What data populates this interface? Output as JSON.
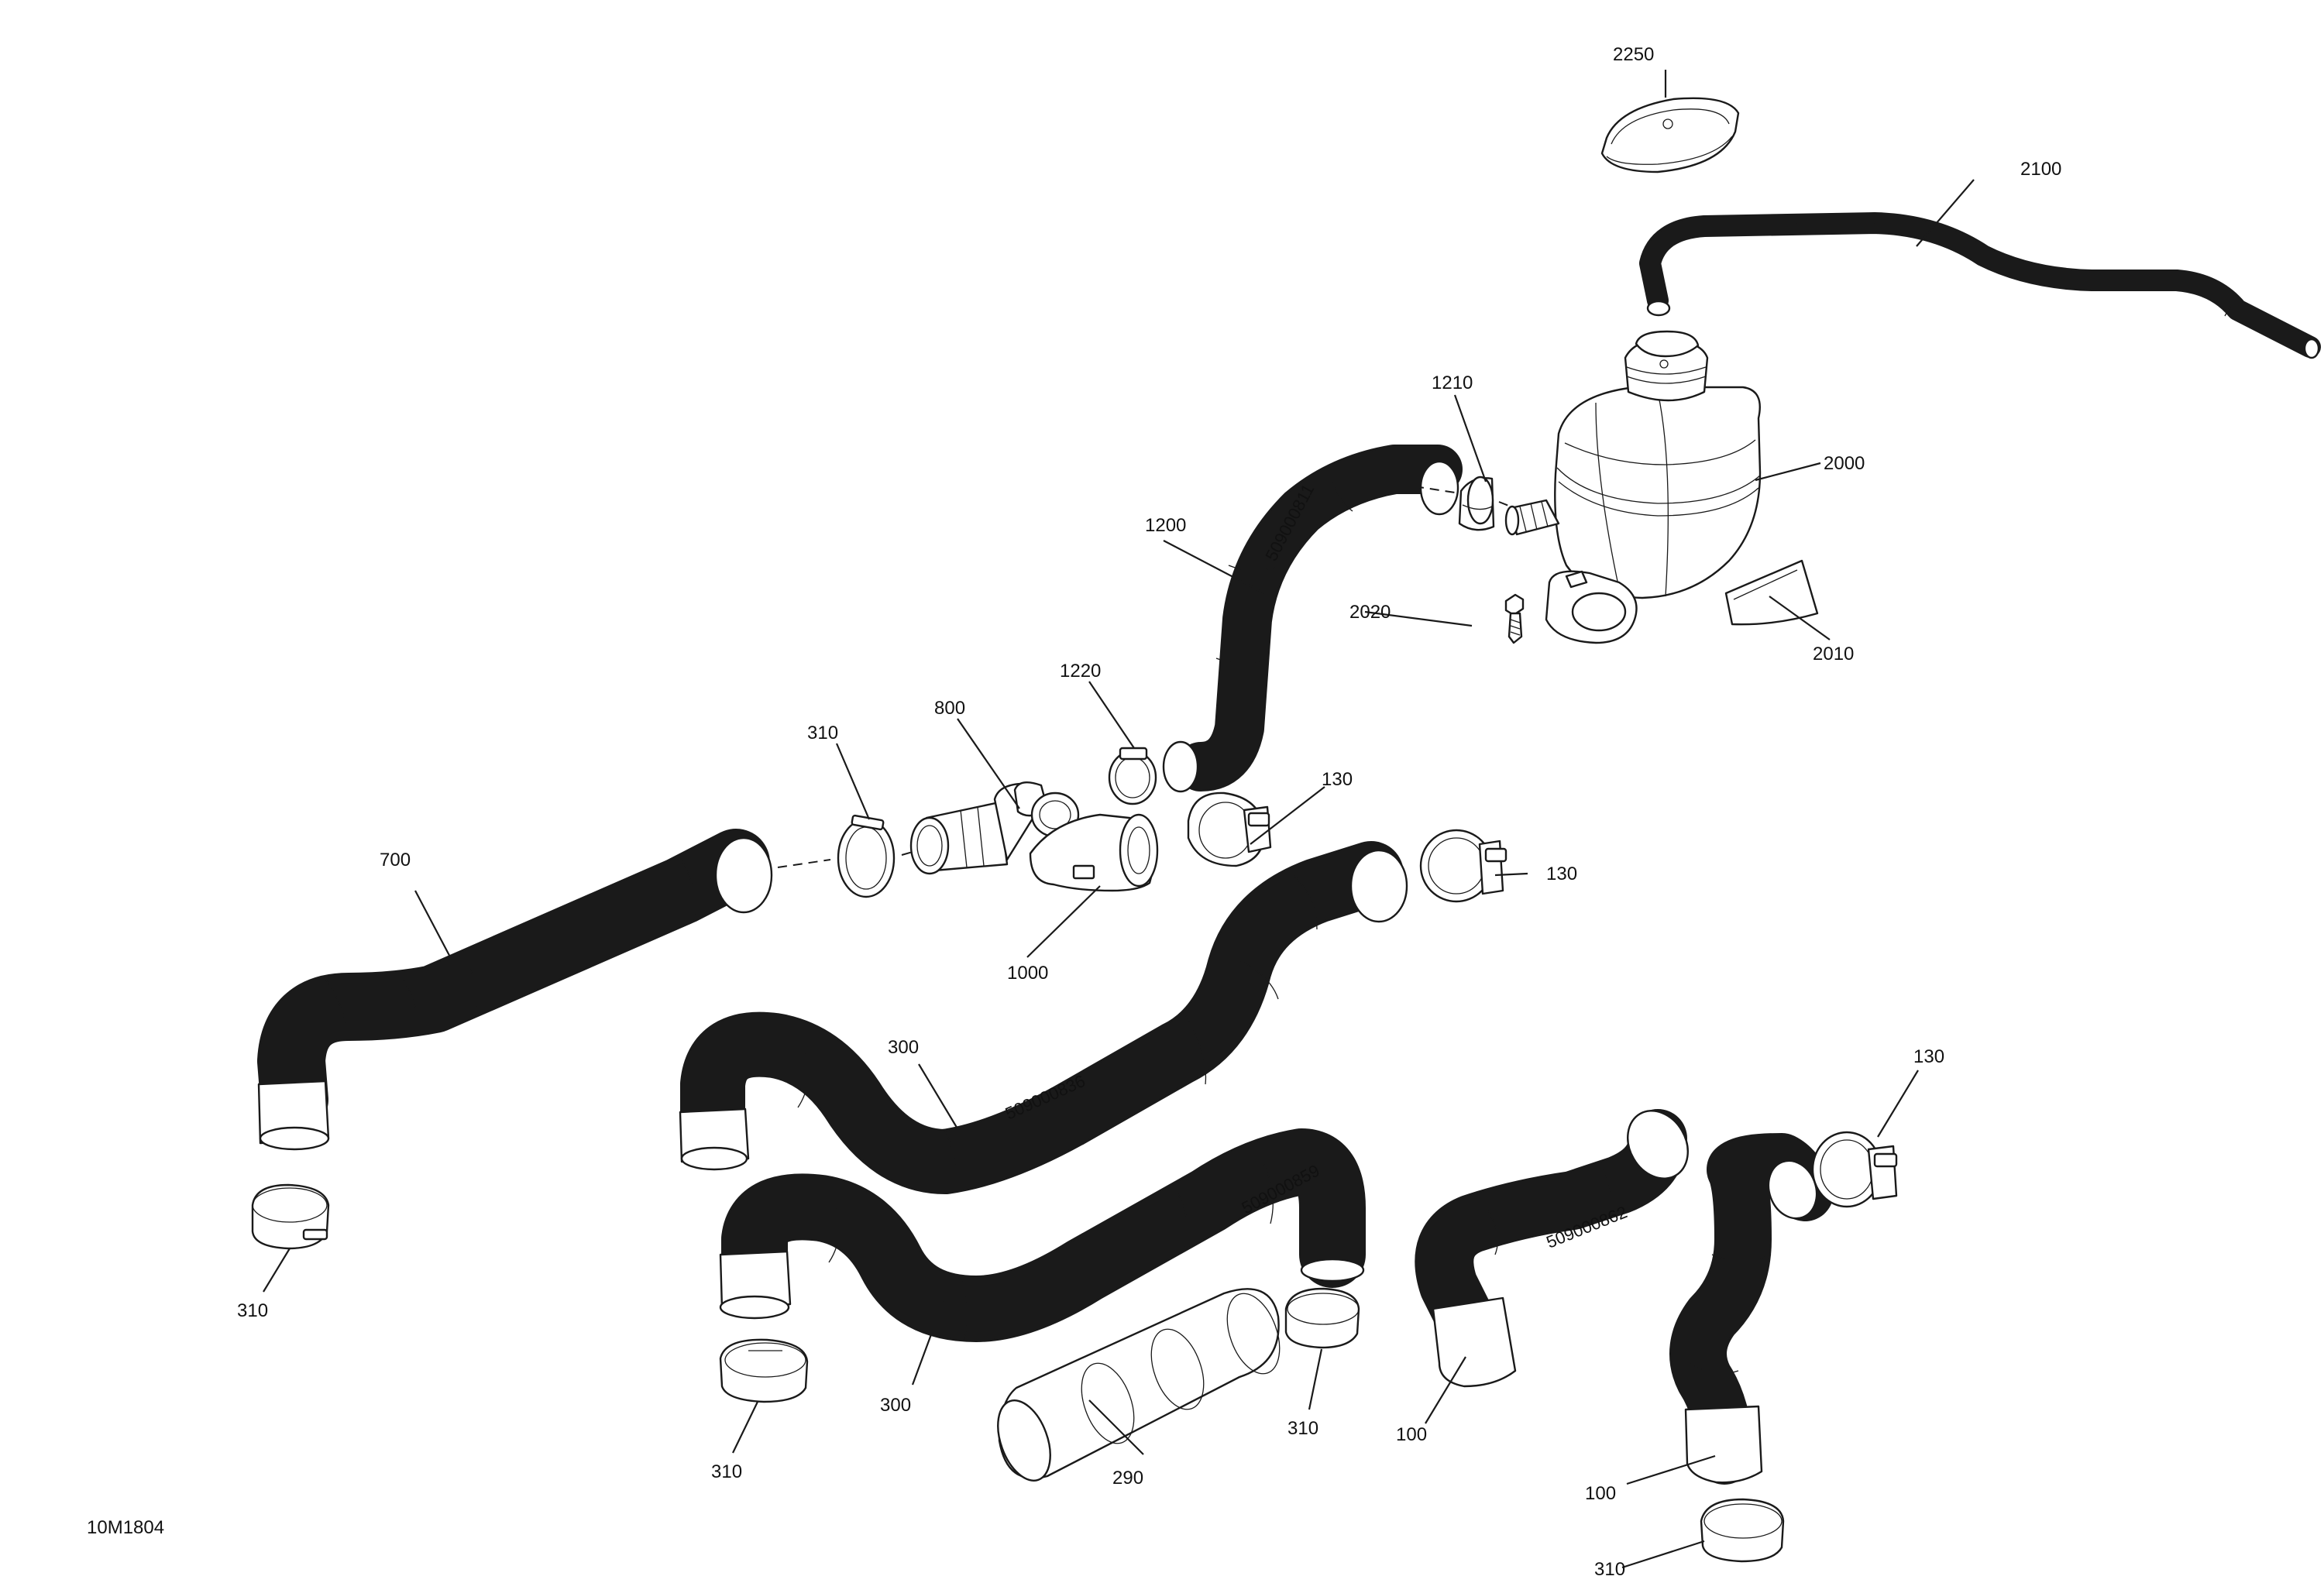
{
  "figure_reference": "10M1804",
  "parts": {
    "2250": "2250",
    "2100": "2100",
    "1210": "1210",
    "2000": "2000",
    "1200": "1200",
    "2020": "2020",
    "2010": "2010",
    "1220": "1220",
    "800": "800",
    "310": "310",
    "130": "130",
    "700": "700",
    "1000": "1000",
    "300": "300",
    "290": "290",
    "100": "100"
  },
  "hose_markings": {
    "hose_1200": "509000811",
    "hose_300_top": "509000836",
    "hose_300_bottom": "509000859",
    "hose_100": "509000862"
  }
}
